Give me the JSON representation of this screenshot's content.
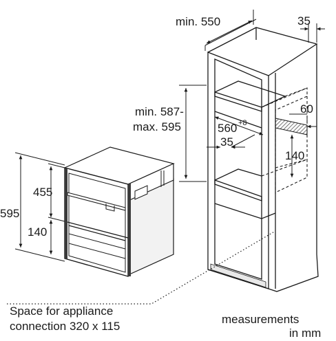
{
  "labels": {
    "cabinet_depth": "min. 550",
    "cabinet_side_gap": "35",
    "niche_height_min": "min. 587-",
    "niche_height_max": "max. 595",
    "niche_width_main": "560",
    "niche_width_sup": "+8",
    "vent_depth": "60",
    "front_gap": "35",
    "vent_height": "140",
    "appliance_height": "595",
    "drawer_upper": "455",
    "drawer_lower": "140",
    "connection_line1": "Space for appliance",
    "connection_line2": "connection 320 x 115",
    "units_line1": "measurements",
    "units_line2": "in mm"
  },
  "colors": {
    "line": "#1a1a1a",
    "fill_dark": "#3a3a3a",
    "fill_light": "#f4f4f4",
    "hatch": "#8a8a8a"
  }
}
